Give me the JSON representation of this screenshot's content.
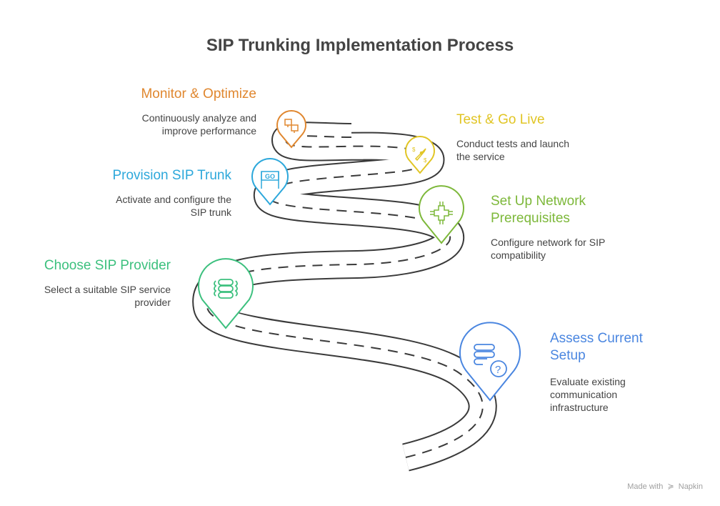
{
  "title": "SIP Trunking Implementation Process",
  "steps": [
    {
      "id": "monitor",
      "title": "Monitor & Optimize",
      "desc_lines": [
        "Continuously analyze and",
        "improve performance"
      ],
      "color": "#E0872F",
      "icon": "ab-test-monitors-icon"
    },
    {
      "id": "test",
      "title": "Test & Go Live",
      "desc_lines": [
        "Conduct tests and launch",
        "the service"
      ],
      "color": "#E1C524",
      "icon": "rocket-dollar-icon"
    },
    {
      "id": "provision",
      "title": "Provision SIP Trunk",
      "desc_lines": [
        "Activate and configure the",
        "SIP trunk"
      ],
      "color": "#2DA8DB",
      "icon": "go-sign-icon"
    },
    {
      "id": "network",
      "title_lines": [
        "Set Up Network",
        "Prerequisites"
      ],
      "desc_lines": [
        "Configure network for SIP",
        "compatibility"
      ],
      "color": "#7DB83A",
      "icon": "network-chip-icon"
    },
    {
      "id": "provider",
      "title": "Choose SIP Provider",
      "desc_lines": [
        "Select a suitable SIP service",
        "provider"
      ],
      "color": "#3CC07E",
      "icon": "server-stack-icon"
    },
    {
      "id": "assess",
      "title_lines": [
        "Assess Current",
        "Setup"
      ],
      "desc_lines": [
        "Evaluate existing",
        "communication",
        "infrastructure"
      ],
      "color": "#4A86E0",
      "icon": "server-question-icon"
    }
  ],
  "footer": {
    "made_with": "Made with",
    "brand": "Napkin"
  }
}
